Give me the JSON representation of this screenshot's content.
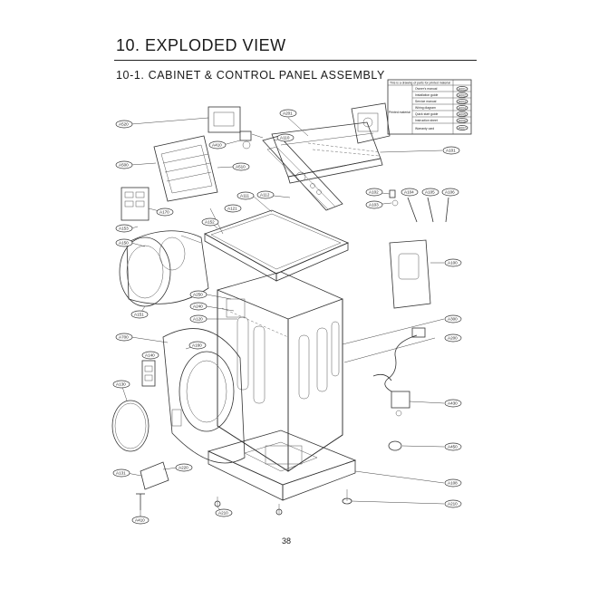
{
  "header": {
    "title": "10. EXPLODED VIEW",
    "subtitle": "10-1. CABINET & CONTROL PANEL ASSEMBLY"
  },
  "page_number": "38",
  "callouts": [
    "A520",
    "A410",
    "A510",
    "A500",
    "A170",
    "A153",
    "A152",
    "A150",
    "A151",
    "A700",
    "A160",
    "A140",
    "A130",
    "A201",
    "A110",
    "A111",
    "A112",
    "A121",
    "A102",
    "A103",
    "A104",
    "A105",
    "A106",
    "A101",
    "A100",
    "A300",
    "A200",
    "A430",
    "A450",
    "A108",
    "A210",
    "A250",
    "A240",
    "A120",
    "A131",
    "A220"
  ],
  "legend": {
    "header": "This is a drawing of parts for printed material",
    "rows": [
      {
        "label": "Owner's manual",
        "code": "A001"
      },
      {
        "label": "Installation guide",
        "code": "A002"
      },
      {
        "label": "Service manual",
        "code": "A003"
      },
      {
        "label": "Wiring diagram",
        "code": "A004"
      },
      {
        "label": "Quick start guide",
        "code": "A005"
      },
      {
        "label": "Instruction sheet",
        "code": "A006"
      },
      {
        "label": "Warranty card",
        "code": "A007"
      }
    ],
    "group_label": "Printed material"
  }
}
